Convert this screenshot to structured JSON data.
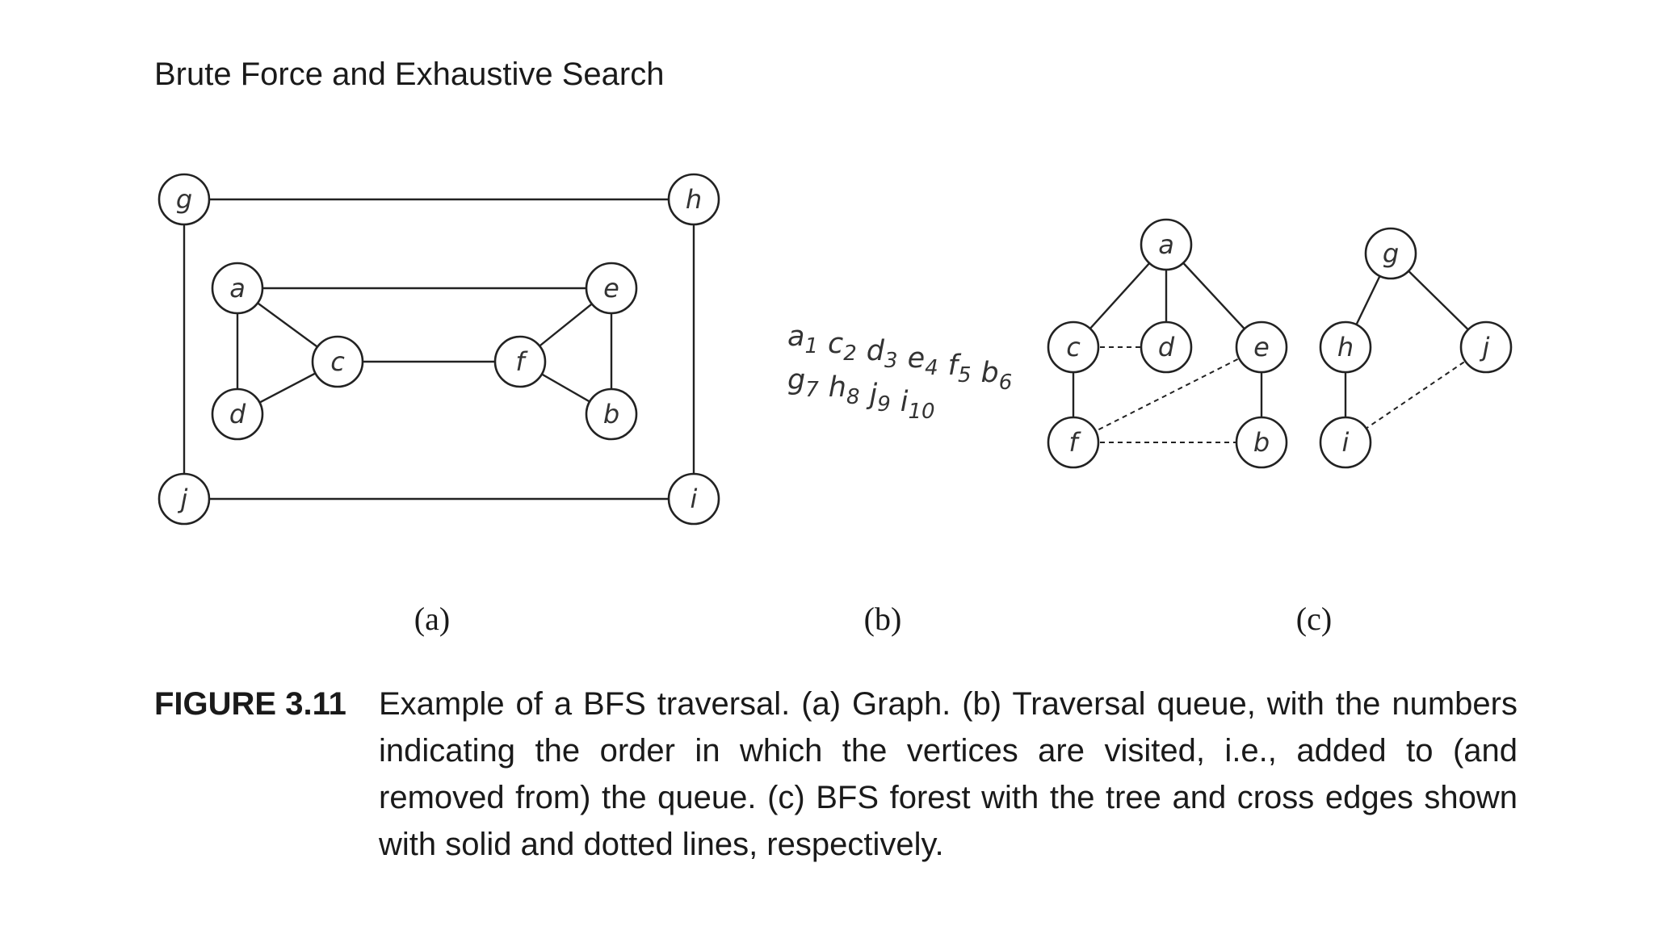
{
  "header": {
    "running_title": "Brute Force and Exhaustive Search"
  },
  "figure": {
    "panel_a": {
      "label": "(a)",
      "vertices": [
        "g",
        "h",
        "a",
        "e",
        "c",
        "f",
        "d",
        "b",
        "j",
        "i"
      ],
      "edges": [
        [
          "g",
          "h"
        ],
        [
          "g",
          "j"
        ],
        [
          "h",
          "i"
        ],
        [
          "j",
          "i"
        ],
        [
          "a",
          "e"
        ],
        [
          "a",
          "c"
        ],
        [
          "a",
          "d"
        ],
        [
          "d",
          "c"
        ],
        [
          "c",
          "f"
        ],
        [
          "f",
          "e"
        ],
        [
          "f",
          "b"
        ],
        [
          "e",
          "b"
        ]
      ]
    },
    "panel_b": {
      "label": "(b)",
      "queue_line_1": [
        {
          "v": "a",
          "n": "1"
        },
        {
          "v": "c",
          "n": "2"
        },
        {
          "v": "d",
          "n": "3"
        },
        {
          "v": "e",
          "n": "4"
        },
        {
          "v": "f",
          "n": "5"
        },
        {
          "v": "b",
          "n": "6"
        }
      ],
      "queue_line_2": [
        {
          "v": "g",
          "n": "7"
        },
        {
          "v": "h",
          "n": "8"
        },
        {
          "v": "j",
          "n": "9"
        },
        {
          "v": "i",
          "n": "10"
        }
      ]
    },
    "panel_c": {
      "label": "(c)",
      "vertices": [
        "a",
        "c",
        "d",
        "e",
        "f",
        "b",
        "g",
        "h",
        "j",
        "i"
      ],
      "tree_edges": [
        [
          "a",
          "c"
        ],
        [
          "a",
          "d"
        ],
        [
          "a",
          "e"
        ],
        [
          "c",
          "f"
        ],
        [
          "e",
          "b"
        ],
        [
          "g",
          "h"
        ],
        [
          "g",
          "j"
        ],
        [
          "h",
          "i"
        ]
      ],
      "cross_edges": [
        [
          "c",
          "d"
        ],
        [
          "e",
          "f"
        ],
        [
          "f",
          "b"
        ],
        [
          "j",
          "i"
        ]
      ]
    }
  },
  "caption": {
    "label": "FIGURE 3.11",
    "text": "Example of a BFS traversal. (a) Graph. (b) Traversal queue, with the numbers indicating the order in which the vertices are visited, i.e., added to (and removed from) the queue. (c) BFS forest with the tree and cross edges shown with solid and dotted lines, respectively."
  }
}
